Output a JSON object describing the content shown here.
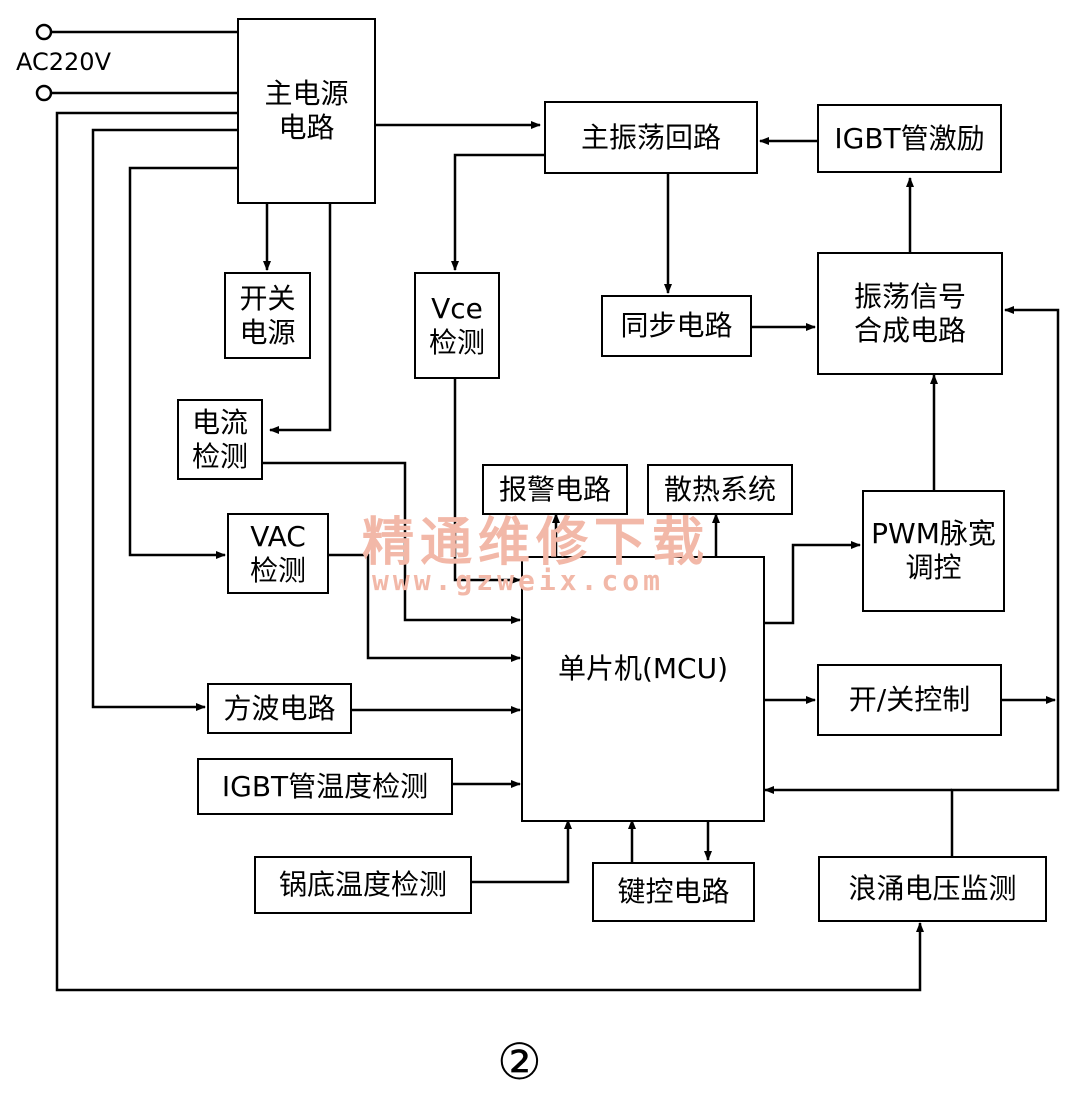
{
  "input_label": "AC220V",
  "blocks": {
    "main_power": [
      "主电源",
      "电路"
    ],
    "main_osc": [
      "主振荡回路"
    ],
    "igbt_drive": [
      "IGBT管激励"
    ],
    "switch_psu": [
      "开关",
      "电源"
    ],
    "vce_detect": [
      "Vce",
      "检测"
    ],
    "sync": [
      "同步电路"
    ],
    "osc_synth": [
      "振荡信号",
      "合成电路"
    ],
    "current_detect": [
      "电流",
      "检测"
    ],
    "alarm": [
      "报警电路"
    ],
    "cooling": [
      "散热系统"
    ],
    "pwm": [
      "PWM脉宽",
      "调控"
    ],
    "vac_detect": [
      "VAC",
      "检测"
    ],
    "mcu": [
      "单片机(MCU)"
    ],
    "square_wave": [
      "方波电路"
    ],
    "onoff": [
      "开/关控制"
    ],
    "igbt_temp": [
      "IGBT管温度检测"
    ],
    "pot_temp": [
      "锅底温度检测"
    ],
    "keypad": [
      "键控电路"
    ],
    "surge": [
      "浪涌电压监测"
    ]
  },
  "watermark": {
    "cn": "精通维修下载",
    "url": "www.gzweix.com"
  },
  "figure_number": "②"
}
